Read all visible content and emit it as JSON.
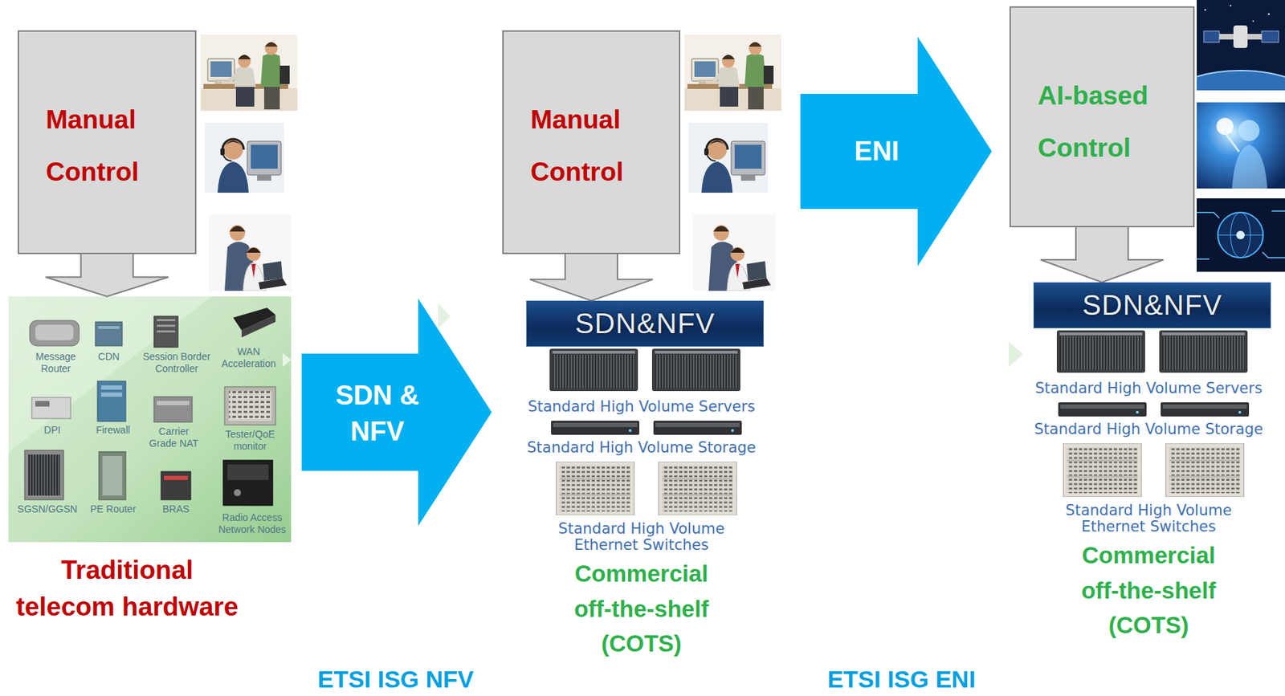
{
  "diagram": {
    "nodes": [
      {
        "text": [
          "Manual Control"
        ]
      },
      {
        "text": [
          "Message Router",
          "CDN",
          "Session Border Controller",
          "WAN Acceleration",
          "DPI",
          "Firewall",
          "Carrier Grade NAT",
          "Tester/QoE monitor",
          "SGSN/GGSN",
          "PE Router",
          "BRAS",
          "Radio Access Network Nodes",
          "Traditional telecom hardware"
        ]
      },
      {
        "text": [
          "SDN & NFV"
        ]
      },
      {
        "text": [
          "Manual Control"
        ]
      },
      {
        "text": [
          "SDN&NFV",
          "Standard High Volume Servers",
          "Standard High Volume Storage",
          "Standard High Volume Ethernet Switches",
          "Commercial off-the-shelf (COTS)"
        ]
      },
      {
        "text": [
          "ENI"
        ]
      },
      {
        "text": [
          "AI-based Control"
        ]
      },
      {
        "text": [
          "SDN&NFV",
          "Standard High Volume Servers",
          "Standard High Volume Storage",
          "Standard High Volume Ethernet Switches",
          "Commercial off-the-shelf (COTS)"
        ]
      }
    ],
    "edges": [
      {
        "from": 0,
        "to": 1,
        "arrow": "to"
      },
      {
        "from": 3,
        "to": 4,
        "arrow": "to"
      },
      {
        "from": 6,
        "to": 7,
        "arrow": "to"
      }
    ],
    "labels": [
      "ETSI ISG NFV",
      "ETSI ISG ENI"
    ]
  }
}
